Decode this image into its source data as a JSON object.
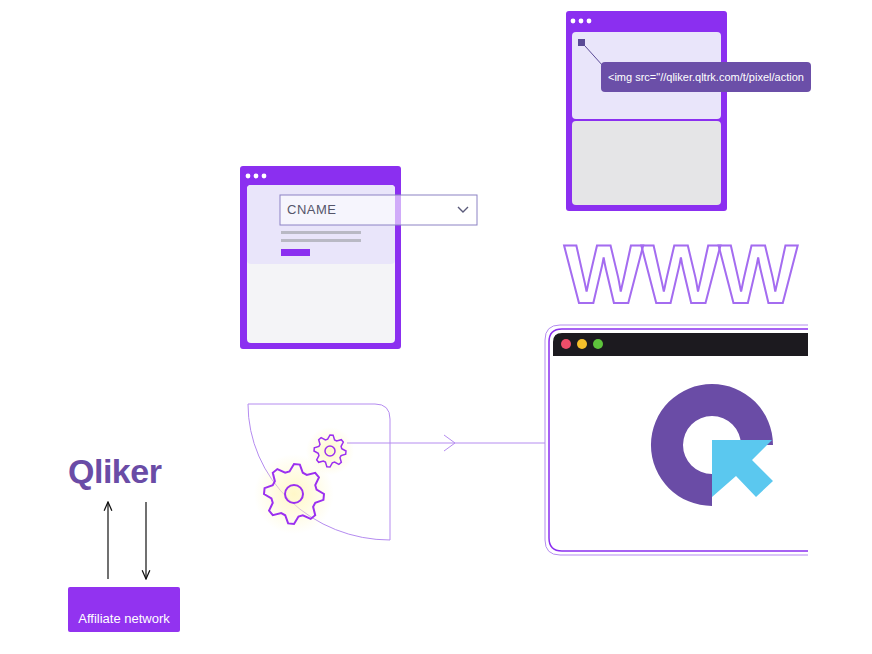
{
  "diagram": {
    "nodes": [
      {
        "text": [
          "Qliker"
        ]
      },
      {
        "text": [
          "Affiliate network"
        ]
      }
    ],
    "edges": [
      {
        "from": 1,
        "to": 0,
        "arrow": "to"
      },
      {
        "from": 0,
        "to": 1,
        "arrow": "to"
      }
    ],
    "labels": [
      "<img src=\"//qliker.qltrk.com/t/pixel/action",
      "CNAME",
      "WWW"
    ]
  }
}
